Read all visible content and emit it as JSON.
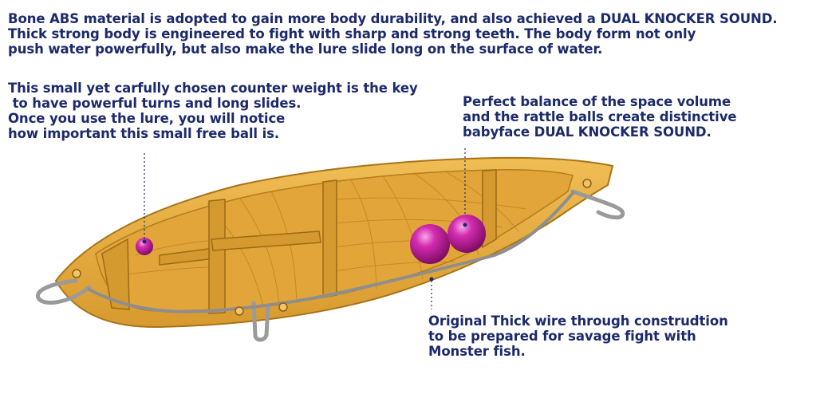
{
  "intro": {
    "lines": [
      "Bone ABS material is adopted to gain more body durability, and also achieved a DUAL KNOCKER SOUND.",
      "Thick strong body is engineered to fight with sharp and strong teeth. The body form not only",
      "push water powerfully, but also make the lure slide long on the surface of water."
    ]
  },
  "callouts": {
    "weight": {
      "lines": [
        "This small yet carfully chosen counter weight is the key",
        " to have powerful turns and long slides.",
        "Once you use the lure, you will notice",
        "how important this small free ball is."
      ]
    },
    "balance": {
      "lines": [
        "Perfect balance of the space volume",
        "and the rattle balls create distinctive",
        "babyface DUAL KNOCKER SOUND."
      ]
    },
    "wire": {
      "lines": [
        "Original Thick wire through construdtion",
        "to be prepared for savage fight with",
        "Monster fish."
      ]
    }
  },
  "colors": {
    "text": "#1c2a6b",
    "body": "#e6ad3f",
    "body_dark": "#c48a22",
    "ball": "#c01a9a",
    "wire": "#9a9a9a"
  }
}
